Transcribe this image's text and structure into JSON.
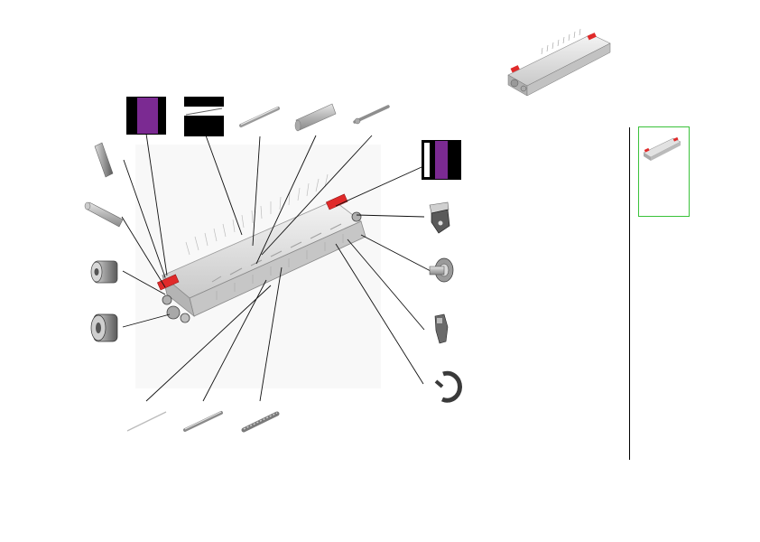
{
  "diagram": {
    "kind": "exploded-parts-view",
    "subject_icon": "duplex-roller-assembly",
    "accent_colors": {
      "highlight_purple": "#7b2a92",
      "tab_red": "#e02a2a",
      "thumbnail_border": "#3ac23a"
    },
    "callouts": [
      {
        "part_icon": "purple-label-sheet"
      },
      {
        "part_icon": "film-strip-sheet"
      },
      {
        "part_icon": "thin-shaft"
      },
      {
        "part_icon": "round-bar"
      },
      {
        "part_icon": "short-pin"
      },
      {
        "part_icon": "purple-label-sheet-right"
      },
      {
        "part_icon": "cylinder-roller"
      },
      {
        "part_icon": "long-cylinder"
      },
      {
        "part_icon": "drum-roller"
      },
      {
        "part_icon": "pulley-wheel"
      },
      {
        "part_icon": "bracket-lever"
      },
      {
        "part_icon": "flanged-bushing"
      },
      {
        "part_icon": "small-latch"
      },
      {
        "part_icon": "e-clip-ring"
      },
      {
        "part_icon": "wire-rod"
      },
      {
        "part_icon": "threaded-shaft"
      },
      {
        "part_icon": "ribbed-shaft"
      }
    ]
  }
}
